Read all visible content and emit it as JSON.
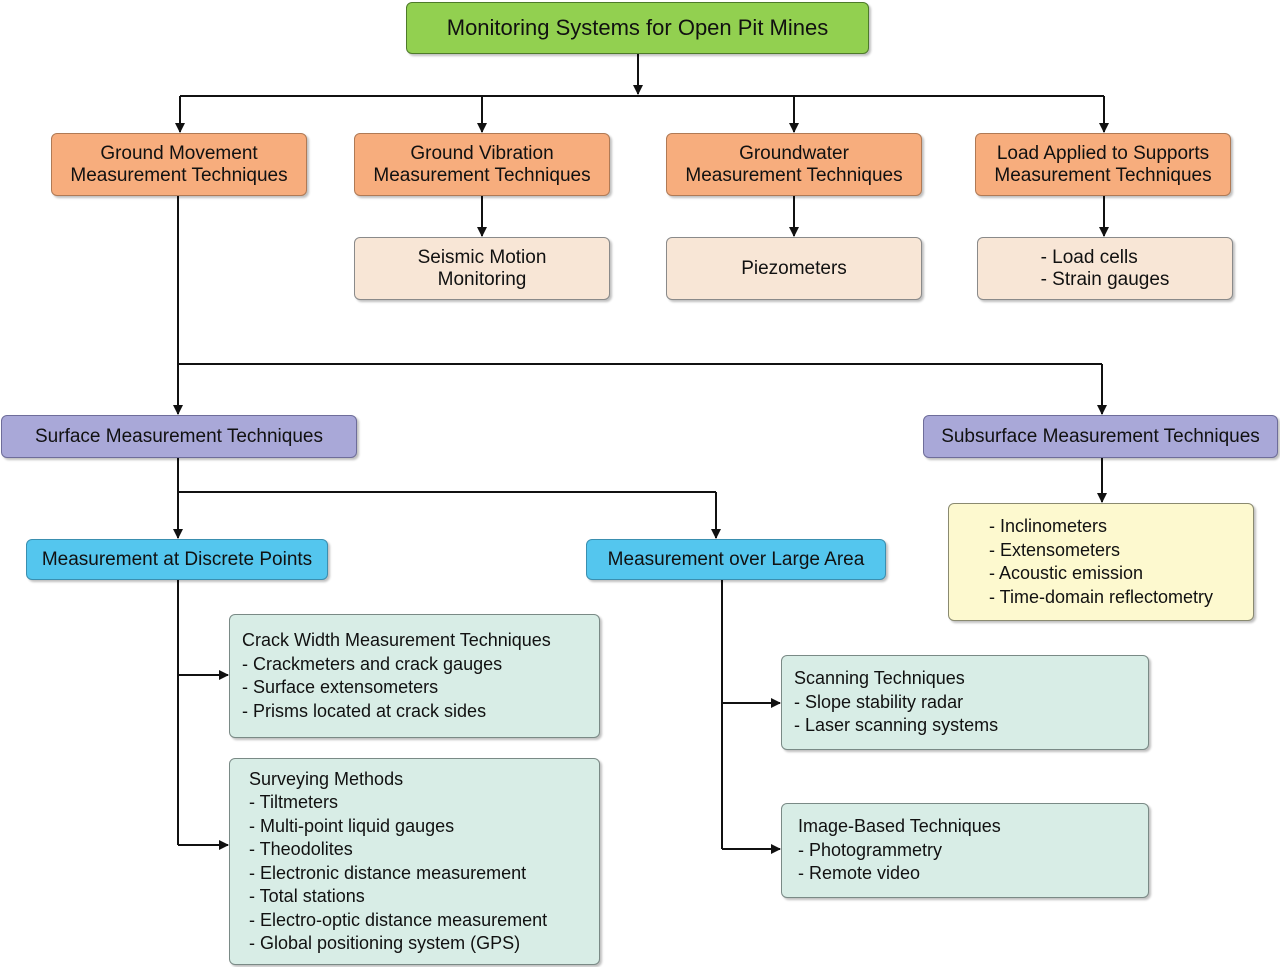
{
  "root": {
    "title": "Monitoring Systems for Open Pit Mines"
  },
  "categories": {
    "ground_movement": [
      "Ground Movement",
      "Measurement Techniques"
    ],
    "ground_vibration": [
      "Ground Vibration",
      "Measurement Techniques"
    ],
    "groundwater": [
      "Groundwater",
      "Measurement Techniques"
    ],
    "load_supports": [
      "Load Applied to Supports",
      "Measurement Techniques"
    ]
  },
  "details": {
    "seismic": [
      "Seismic Motion",
      "Monitoring"
    ],
    "piezometers": [
      "Piezometers"
    ],
    "load": [
      "- Load cells",
      "- Strain gauges"
    ]
  },
  "levels": {
    "surface": "Surface Measurement Techniques",
    "subsurface": "Subsurface Measurement Techniques",
    "discrete": "Measurement at Discrete Points",
    "large_area": "Measurement over Large Area"
  },
  "lists": {
    "subsurface": [
      "- Inclinometers",
      "- Extensometers",
      "- Acoustic emission",
      "- Time-domain reflectometry"
    ],
    "crack": [
      "Crack Width Measurement Techniques",
      "- Crackmeters and crack gauges",
      "- Surface extensometers",
      "- Prisms located at crack sides"
    ],
    "surveying": [
      "Surveying Methods",
      "- Tiltmeters",
      "- Multi-point liquid gauges",
      "- Theodolites",
      "- Electronic distance measurement",
      "- Total stations",
      "- Electro-optic distance measurement",
      "- Global positioning system (GPS)"
    ],
    "scanning": [
      "Scanning Techniques",
      "- Slope stability radar",
      "- Laser scanning systems"
    ],
    "image": [
      "Image-Based Techniques",
      "- Photogrammetry",
      "- Remote video"
    ]
  }
}
